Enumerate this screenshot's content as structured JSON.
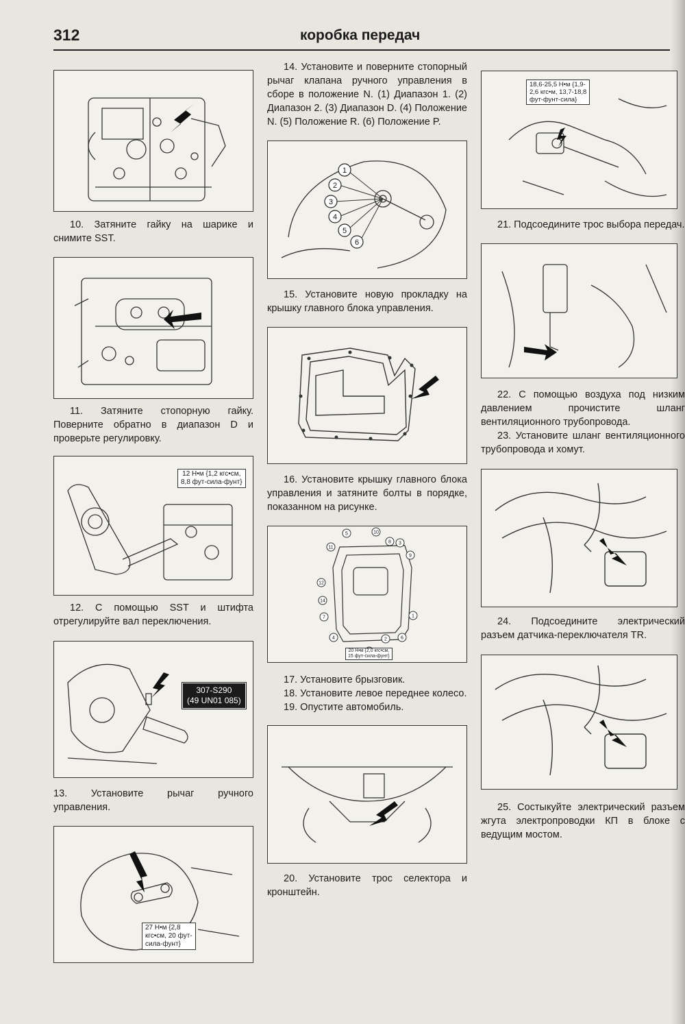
{
  "header": {
    "page_number": "312",
    "title": "коробка передач"
  },
  "steps": {
    "s10": "10. Затяните гайку на шарике и снимите SST.",
    "s11": "11. Затяните стопорную гайку. Поверните обратно в диапазон D и проверьте регулировку.",
    "s12": "12. С помощью SST и штифта отрегулируйте вал переключения.",
    "s13": "13. Установите рычаг ручного управления.",
    "s14": "14. Установите и поверните стопорный рычаг клапана ручного управления в сборе в положение N. (1) Диапазон 1. (2) Диапазон 2. (3) Диапазон D. (4) Положение N. (5) Положение R. (6) Положение P.",
    "s15": "15. Установите новую прокладку на крышку главного блока управления.",
    "s16": "16. Установите крышку главного блока управления и затяните болты в порядке, показанном на рисунке.",
    "s17": "17. Установите брызговик.",
    "s18": "18. Установите левое переднее колесо.",
    "s19": "19. Опустите автомобиль.",
    "s20": "20. Установите трос селектора и кронштейн.",
    "s21": "21. Подсоедините трос выбора передач.",
    "s22": "22. С помощью воздуха под низким давлением прочистите шланг вентиляционного трубопровода.",
    "s23": "23. Установите шланг вентиляционного трубопровода и хомут.",
    "s24": "24. Подсоедините электрический разъем датчика-переключателя TR.",
    "s25": "25. Состыкуйте электрический разъем жгута электропроводки КП в блоке с ведущим мостом."
  },
  "figure_labels": {
    "torque_12": [
      "12 Н•м {1,2 кгс•см,",
      "8,8 фут-сила-фунт}"
    ],
    "tool_code": [
      "307-S290",
      "(49 UN01 085)"
    ],
    "torque_27": [
      "27 Н•м {2,8",
      "кгс•см, 20 фут-",
      "сила-фунт}"
    ],
    "torque_20": [
      "20 Н•м {2,0 кгс•см,",
      "15 фут-сила-фунт}"
    ],
    "torque_18": [
      "18,6-25,5 Н•м {1,9-",
      "2,6 кгс•м, 13,7-18,8",
      "фут-фунт-сила}"
    ],
    "positions": [
      "1",
      "2",
      "3",
      "4",
      "5",
      "6"
    ],
    "bolt_numbers": [
      "5",
      "10",
      "8",
      "3",
      "9",
      "12",
      "14",
      "7",
      "4",
      "13",
      "2",
      "6",
      "1",
      "11"
    ]
  }
}
